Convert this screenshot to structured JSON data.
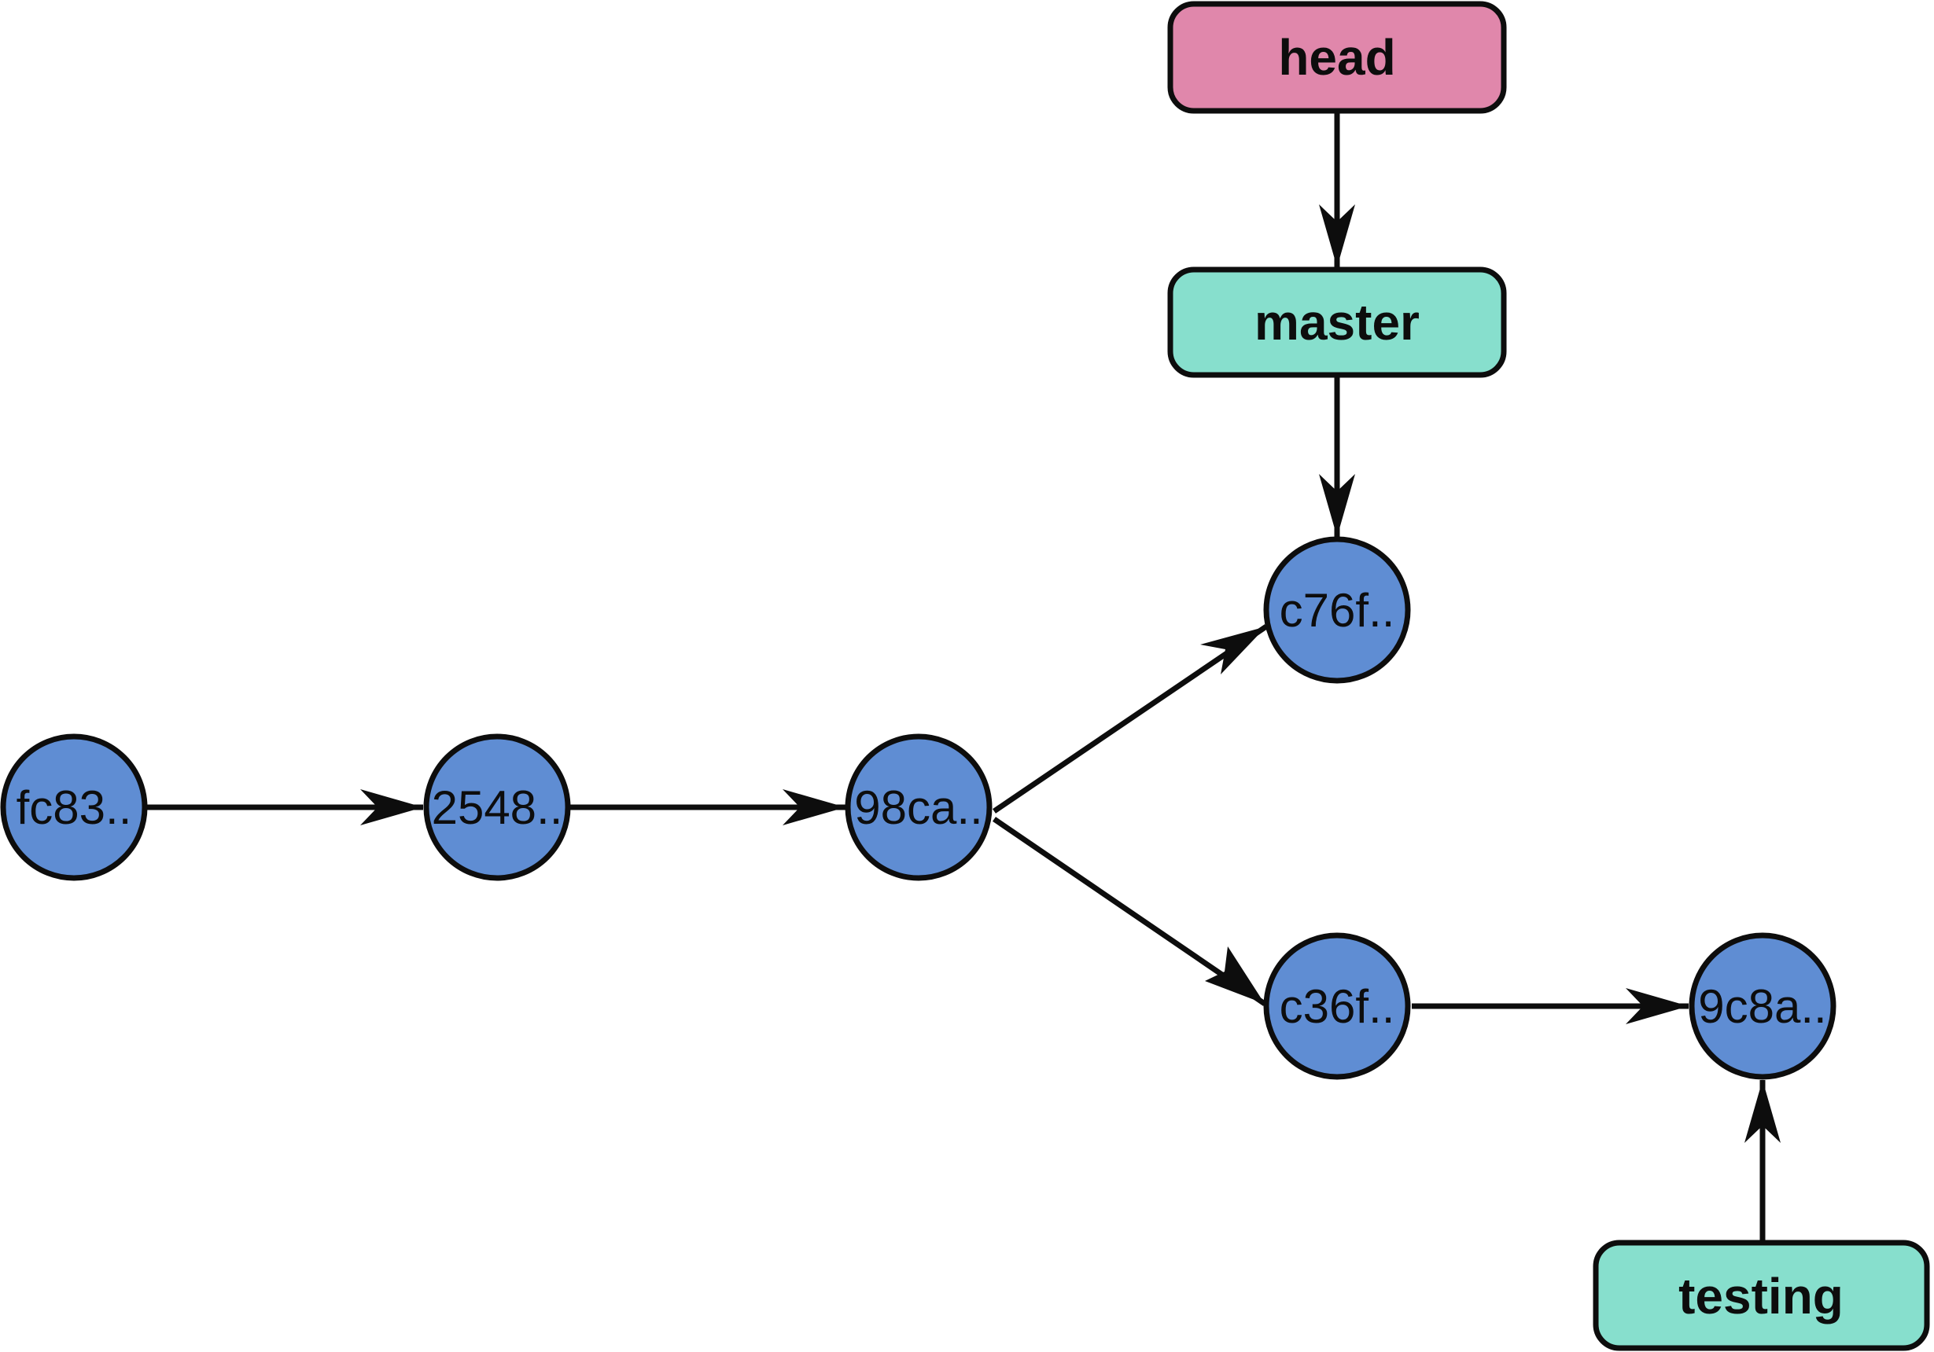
{
  "colors": {
    "commit_fill": "#5f8dd3",
    "head_fill": "#e087ab",
    "branch_fill": "#87dfcd",
    "stroke": "#0d0d0d"
  },
  "commits": {
    "fc83": "fc83..",
    "c2548": "2548..",
    "c98ca": "98ca..",
    "c76f": "c76f..",
    "c36f": "c36f..",
    "c9c8a": "9c8a.."
  },
  "refs": {
    "head": "head",
    "master": "master",
    "testing": "testing"
  }
}
